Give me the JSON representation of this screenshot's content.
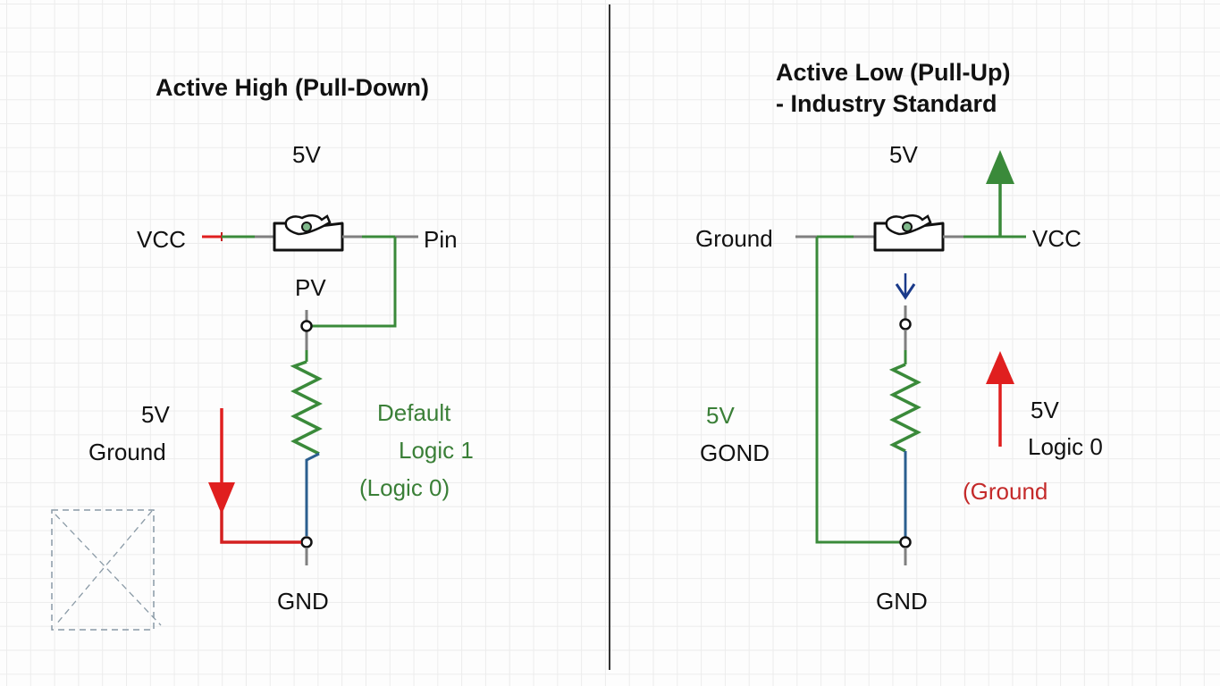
{
  "colors": {
    "wire_green": "#3a8a3a",
    "wire_gray": "#808080",
    "wire_blue": "#2b5f8f",
    "arrow_red": "#e01f1f",
    "arrow_green": "#3a8a3a",
    "arrow_blue": "#1a3a8a",
    "text_black": "#111111",
    "text_green": "#3a7f37",
    "text_red": "#c42a2a",
    "divider": "#333333"
  },
  "left": {
    "title": "Active High (Pull-Down)",
    "supply_label": "5V",
    "vcc_label": "VCC",
    "pin_label": "Pin",
    "pv_label": "PV",
    "note_5v": "5V",
    "note_ground": "Ground",
    "default_label": "Default",
    "logic1_label": "Logic 1",
    "logic0_label": "(Logic 0)",
    "gnd_label": "GND",
    "components": [
      "push-button switch",
      "resistor"
    ],
    "placeholder_icon": "image-placeholder-icon"
  },
  "right": {
    "title_line1": "Active Low (Pull-Up)",
    "title_line2": "- Industry Standard",
    "supply_label": "5V",
    "ground_label": "Ground",
    "vcc_label": "VCC",
    "note_5v_green": "5V",
    "note_gond": "GOND",
    "note_5v": "5V",
    "logic0_label": "Logic 0",
    "ground_note": "(Ground",
    "gnd_label": "GND",
    "components": [
      "push-button switch",
      "resistor"
    ]
  }
}
